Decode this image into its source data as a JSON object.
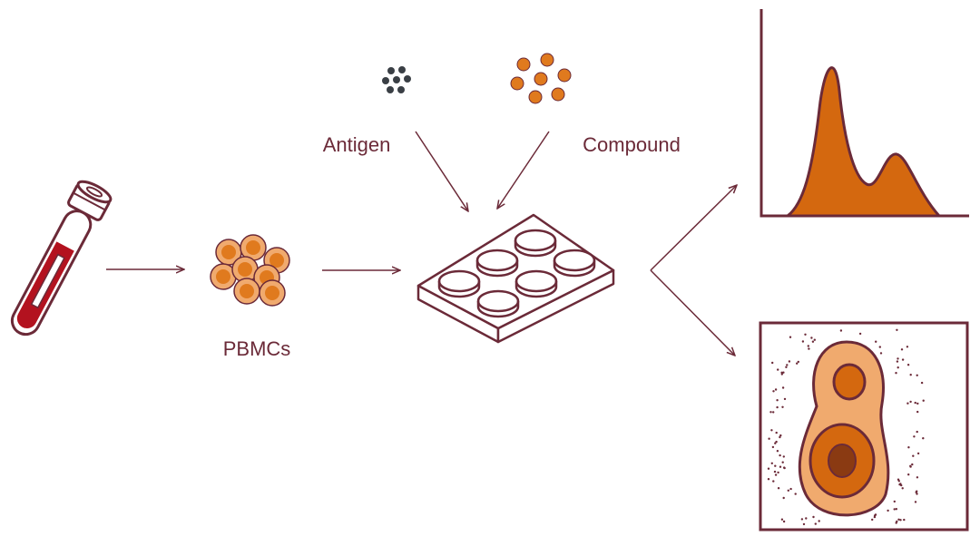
{
  "labels": {
    "antigen": "Antigen",
    "compound": "Compound",
    "pbmcs": "PBMCs"
  },
  "colors": {
    "maroon": "#6b2a38",
    "orange_dark": "#d4680f",
    "orange_mid": "#e07a1e",
    "orange_light": "#f0aa6e",
    "blood_red": "#b3121f",
    "antigen_dot": "#3a3f45"
  },
  "icons": {
    "blood_tube": "blood-tube-icon",
    "pbmc_cluster": "pbmc-cluster-icon",
    "antigen_particles": "antigen-particles-icon",
    "compound_particles": "compound-particles-icon",
    "well_plate": "well-plate-icon",
    "histogram": "histogram-icon",
    "contour_plot": "contour-plot-icon"
  }
}
